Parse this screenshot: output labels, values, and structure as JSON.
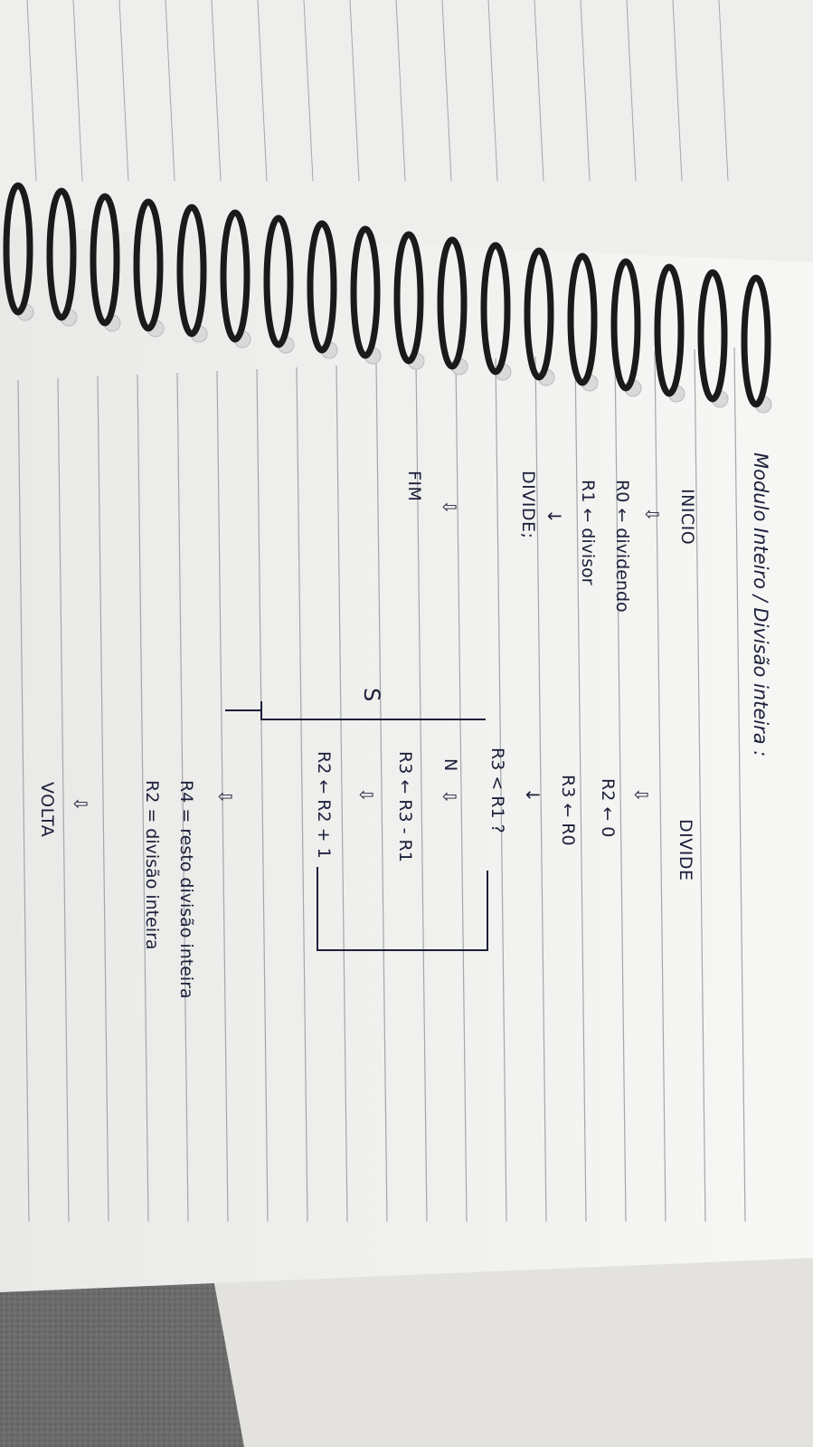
{
  "notebook": {
    "colors": {
      "paper": "#f4f4f2",
      "rule": "#8c9196",
      "ink": "#1c1f3a",
      "spiral": "#1a1a1a",
      "carpet": "#6f6f6f"
    },
    "title": "Modulo Inteiro / Divisão inteira :",
    "left_flow": {
      "start": "INICIO",
      "assign_dividend": "R0 ← dividendo",
      "assign_divisor": "R1 ← divisor",
      "call": "DIVIDE;",
      "end": "FIM"
    },
    "right_flow": {
      "routine": "DIVIDE",
      "init_r2": "R2 ← 0",
      "init_r3": "R3 ← R0",
      "test": "R3 < R1 ?",
      "no_label": "N",
      "yes_label": "S",
      "sub": "R3 ← R3 - R1",
      "inc": "R2 ← R2 + 1",
      "result_r4": "R4 = resto divisão inteira",
      "result_r2": "R2 = divisão inteira",
      "return": "VOLTA"
    }
  }
}
